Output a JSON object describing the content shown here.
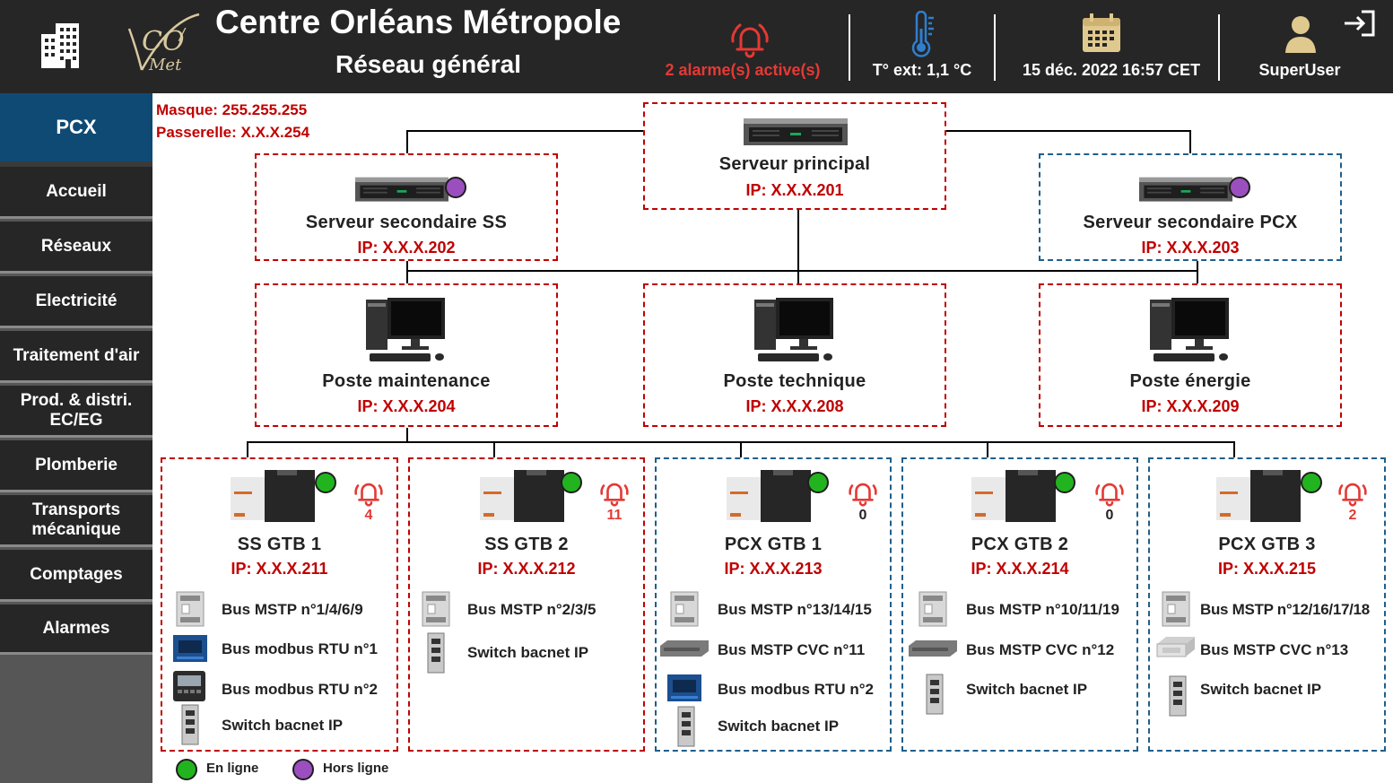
{
  "header": {
    "title": "Centre Orléans Métropole",
    "subtitle": "Réseau général",
    "logo_text": "CO Met",
    "alarms": "2 alarme(s) active(s)",
    "temperature": "T° ext: 1,1 °C",
    "datetime": "15 déc. 2022 16:57 CET",
    "user": "SuperUser",
    "icons": [
      "building-icon",
      "alarm-bell-icon",
      "thermometer-icon",
      "calendar-icon",
      "user-icon",
      "logout-icon"
    ]
  },
  "sidebar": {
    "items": [
      {
        "label": "PCX",
        "active": true
      },
      {
        "label": "Accueil"
      },
      {
        "label": "Réseaux"
      },
      {
        "label": "Electricité"
      },
      {
        "label": "Traitement d'air"
      },
      {
        "label": "Prod. & distri. EC/EG"
      },
      {
        "label": "Plomberie"
      },
      {
        "label": "Transports mécanique"
      },
      {
        "label": "Comptages"
      },
      {
        "label": "Alarmes"
      }
    ]
  },
  "network": {
    "mask": "Masque: 255.255.255",
    "gateway": "Passerelle: X.X.X.254"
  },
  "servers": [
    {
      "name": "Serveur principal",
      "ip": "IP: X.X.X.201"
    },
    {
      "name": "Serveur secondaire SS",
      "ip": "IP: X.X.X.202",
      "status": "Hors ligne"
    },
    {
      "name": "Serveur secondaire PCX",
      "ip": "IP: X.X.X.203",
      "status": "Hors ligne"
    }
  ],
  "workstations": [
    {
      "name": "Poste maintenance",
      "ip": "IP: X.X.X.204"
    },
    {
      "name": "Poste technique",
      "ip": "IP: X.X.X.208"
    },
    {
      "name": "Poste énergie",
      "ip": "IP: X.X.X.209"
    }
  ],
  "gtbs": [
    {
      "name": "SS GTB 1",
      "ip": "IP: X.X.X.211",
      "alarms": "4",
      "status": "En ligne",
      "buses": [
        "Bus MSTP n°1/4/6/9",
        "Bus modbus RTU n°1",
        "Bus modbus RTU n°2",
        "Switch bacnet IP"
      ]
    },
    {
      "name": "SS GTB 2",
      "ip": "IP: X.X.X.212",
      "alarms": "11",
      "status": "En ligne",
      "buses": [
        "Bus MSTP n°2/3/5",
        "Switch bacnet IP"
      ]
    },
    {
      "name": "PCX GTB 1",
      "ip": "IP: X.X.X.213",
      "alarms": "0",
      "status": "En ligne",
      "buses": [
        "Bus MSTP n°13/14/15",
        "Bus MSTP CVC n°11",
        "Bus modbus RTU n°2",
        "Switch bacnet IP"
      ]
    },
    {
      "name": "PCX GTB 2",
      "ip": "IP: X.X.X.214",
      "alarms": "0",
      "status": "En ligne",
      "buses": [
        "Bus MSTP n°10/11/19",
        "Bus MSTP CVC n°12",
        "Switch bacnet IP"
      ]
    },
    {
      "name": "PCX GTB 3",
      "ip": "IP: X.X.X.215",
      "alarms": "2",
      "status": "En ligne",
      "buses": [
        "Bus MSTP n°12/16/17/18",
        "Bus MSTP CVC n°13",
        "Switch bacnet IP"
      ]
    }
  ],
  "legend": {
    "online": "En ligne",
    "offline": "Hors ligne"
  },
  "colors": {
    "header_bg": "#262626",
    "nav_active": "#0f4a75",
    "alarm_red": "#c00000",
    "alarm_bell": "#e53935",
    "ss_border": "#c00000",
    "pcx_border": "#1f5f8b",
    "online": "#22b41f",
    "offline": "#9b4fbf",
    "accent_blue": "#2f7fd0"
  }
}
